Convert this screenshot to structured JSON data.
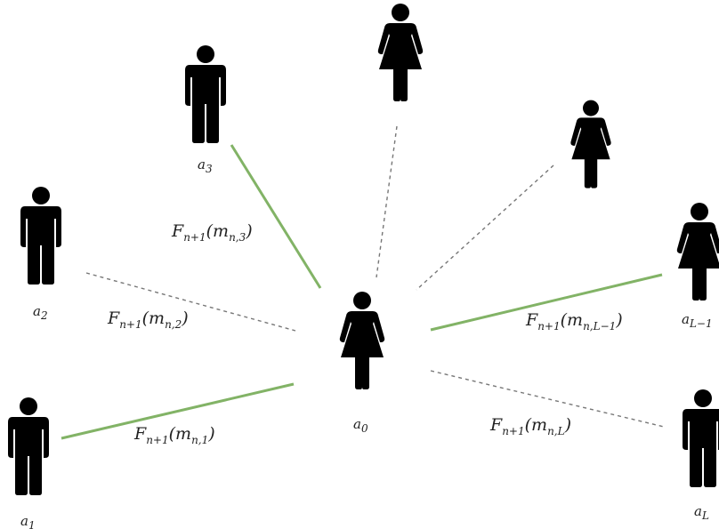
{
  "colors": {
    "solid_edge": "#82b366",
    "dashed_edge": "#777777"
  },
  "nodes": {
    "center": {
      "base": "a",
      "sub": "0"
    },
    "a1": {
      "base": "a",
      "sub": "1"
    },
    "a2": {
      "base": "a",
      "sub": "2"
    },
    "a3": {
      "base": "a",
      "sub": "3"
    },
    "aL1": {
      "base": "a",
      "sub": "L−1"
    },
    "aL": {
      "base": "a",
      "sub": "L"
    }
  },
  "edges": {
    "e1": {
      "F": "F",
      "Fsub": "n+1",
      "m": "m",
      "msub": "n,1"
    },
    "e2": {
      "F": "F",
      "Fsub": "n+1",
      "m": "m",
      "msub": "n,2"
    },
    "e3": {
      "F": "F",
      "Fsub": "n+1",
      "m": "m",
      "msub": "n,3"
    },
    "eL1": {
      "F": "F",
      "Fsub": "n+1",
      "m": "m",
      "msub": "n,L−1"
    },
    "eL": {
      "F": "F",
      "Fsub": "n+1",
      "m": "m",
      "msub": "n,L"
    }
  },
  "icons": [
    "male-person-icon",
    "female-person-icon"
  ]
}
